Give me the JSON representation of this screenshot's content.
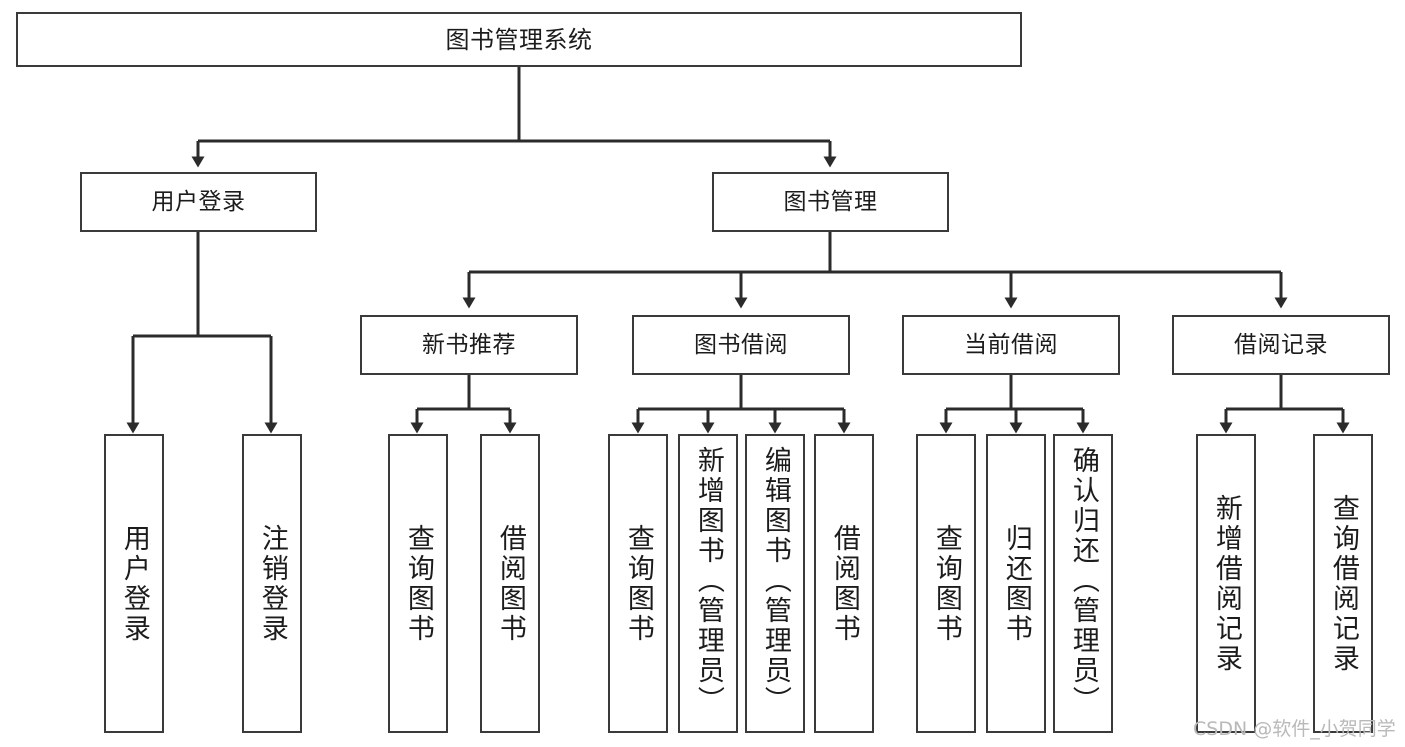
{
  "diagram": {
    "title": "图书管理系统",
    "type": "tree-hierarchy-diagram",
    "colors": {
      "box_border": "#3a3a3a",
      "box_fill": "#ffffff",
      "edge": "#2b2b2b",
      "text": "#1c1c1c",
      "watermark": "#b9b9b9",
      "background": "#ffffff"
    }
  },
  "root": {
    "label": "图书管理系统"
  },
  "level2": [
    {
      "id": "user-login",
      "label": "用户登录"
    },
    {
      "id": "book-management",
      "label": "图书管理"
    }
  ],
  "level3": [
    {
      "id": "new-book-recommend",
      "label": "新书推荐",
      "parent": "book-management"
    },
    {
      "id": "book-borrow",
      "label": "图书借阅",
      "parent": "book-management"
    },
    {
      "id": "current-borrow",
      "label": "当前借阅",
      "parent": "book-management"
    },
    {
      "id": "borrow-record",
      "label": "借阅记录",
      "parent": "book-management"
    }
  ],
  "leaves": [
    {
      "id": "leaf-user-login",
      "label": "用户登录",
      "parent": "user-login",
      "align": "center"
    },
    {
      "id": "leaf-logout-login",
      "label": "注销登录",
      "parent": "user-login",
      "align": "center"
    },
    {
      "id": "leaf-query-book-1",
      "label": "查询图书",
      "parent": "new-book-recommend",
      "align": "center"
    },
    {
      "id": "leaf-borrow-book-1",
      "label": "借阅图书",
      "parent": "new-book-recommend",
      "align": "center"
    },
    {
      "id": "leaf-query-book-2",
      "label": "查询图书",
      "parent": "book-borrow",
      "align": "center"
    },
    {
      "id": "leaf-add-book",
      "label": "新增图书（管理员）",
      "parent": "book-borrow",
      "align": "top"
    },
    {
      "id": "leaf-edit-book",
      "label": "编辑图书（管理员）",
      "parent": "book-borrow",
      "align": "top"
    },
    {
      "id": "leaf-borrow-book-2",
      "label": "借阅图书",
      "parent": "book-borrow",
      "align": "center"
    },
    {
      "id": "leaf-query-book-3",
      "label": "查询图书",
      "parent": "current-borrow",
      "align": "center"
    },
    {
      "id": "leaf-return-book",
      "label": "归还图书",
      "parent": "current-borrow",
      "align": "center"
    },
    {
      "id": "leaf-confirm-return",
      "label": "确认归还（管理员）",
      "parent": "current-borrow",
      "align": "top"
    },
    {
      "id": "leaf-add-record",
      "label": "新增借阅记录",
      "parent": "borrow-record",
      "align": "center"
    },
    {
      "id": "leaf-query-record",
      "label": "查询借阅记录",
      "parent": "borrow-record",
      "align": "center"
    }
  ],
  "watermark": {
    "text": "CSDN @软件_小贺同学"
  }
}
